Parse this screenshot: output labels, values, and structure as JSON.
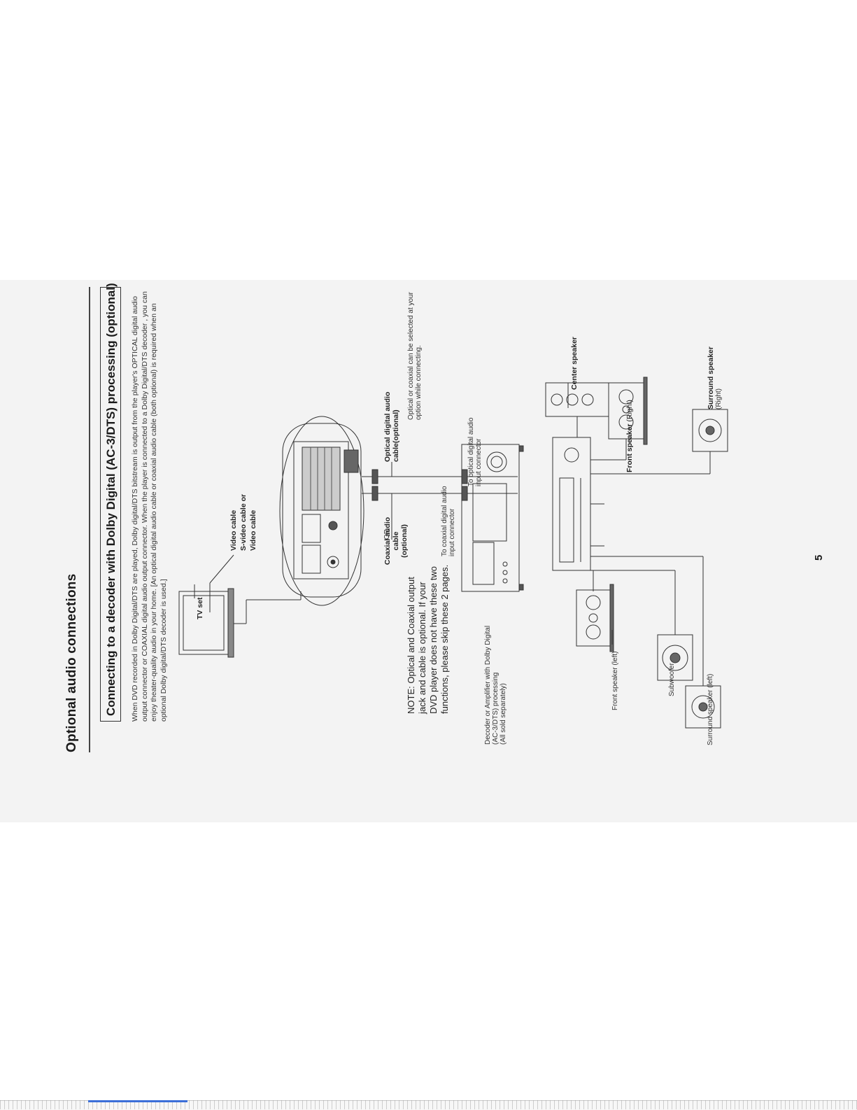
{
  "page": {
    "title": "Optional audio connections",
    "section_title": "Connecting to a decoder with Dolby Digital (AC-3/DTS) processing (optional)",
    "intro_lines": [
      "When DVD recorded in Dolby Digital/DTS are played, Dolby digital/DTS bitstream is output from the player's OPTICAL digital audio",
      "output connector or COAXIAL digital audio output connector. When the player is connected to a Dolby Digital/DTS decoder , you can",
      "enjoy theater-quality audio in your home. [An optical digital audio cable or coaxial audio cable (both optional) is required when an",
      "optional Dolby digital/DTS decoder is used.]"
    ],
    "page_number": "5"
  },
  "labels": {
    "tv_set": "TV set",
    "video_cable": "Video cable",
    "svideo_cable": "S-video cable or",
    "video_cable_2": "Video cable",
    "coax_cable_1": "Coaxial audio cable",
    "coax_cable_2": "(optional)",
    "or": "OR",
    "optical_cable_1": "Optical digital audio",
    "optical_cable_2": "cable(optional)",
    "optical_note_1": "Optical or coaxial can be selected at your",
    "optical_note_2": "option while connecting.",
    "to_coax_1": "To coaxial digital audio",
    "to_coax_2": "input connector",
    "to_optical_1": "To optical digital audio",
    "to_optical_2": "input connector",
    "decoder_1": "Decoder or Amplifier with Dolby Digital",
    "decoder_2": "(AC-3/DTS) processing",
    "decoder_3": "(All sold separately)",
    "front_left": "Front speaker (left)",
    "subwoofer": "Subwoofer",
    "surround_left": "Surround speaker (left)",
    "center": "Center speaker",
    "front_right_b": "Front speaker",
    "front_right_n": "(Right)",
    "surround_right_1": "Surround speaker",
    "surround_right_2": "(Right)"
  },
  "note": {
    "lines": [
      "NOTE: Optical and Coaxial output",
      "jack and cable is optional. If your",
      "DVD player does not have these two",
      "functions, please skip these 2 pages."
    ]
  }
}
